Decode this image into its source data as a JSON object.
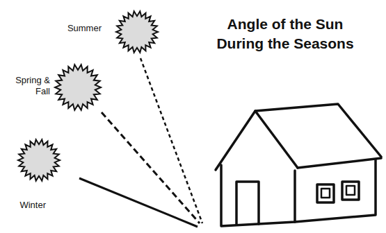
{
  "diagram": {
    "title": "Angle of the Sun During the Seasons",
    "labels": [
      "Summer",
      "Spring & Fall",
      "Winter"
    ]
  }
}
